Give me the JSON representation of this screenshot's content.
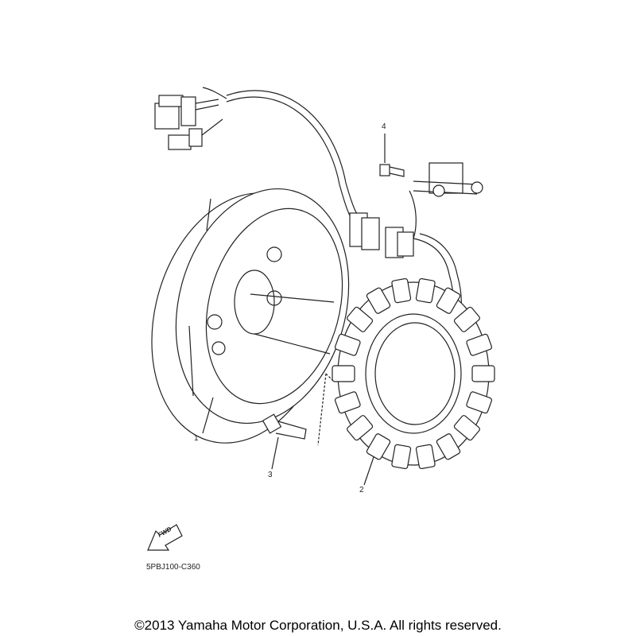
{
  "diagram": {
    "callouts": [
      {
        "id": "1",
        "part": "flywheel-rotor"
      },
      {
        "id": "2",
        "part": "stator-assembly"
      },
      {
        "id": "3",
        "part": "stator-bolt"
      },
      {
        "id": "4",
        "part": "pickup-coil-screw"
      }
    ],
    "fwd_label": "FWD",
    "part_code": "5PBJ100-C360"
  },
  "footer": {
    "copyright": "©2013 Yamaha Motor Corporation, U.S.A. All rights reserved."
  }
}
